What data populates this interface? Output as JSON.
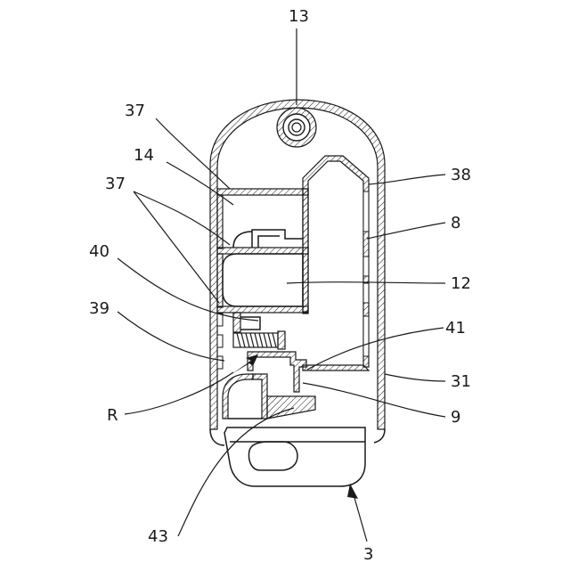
{
  "figure": {
    "labels": {
      "l13": "13",
      "l37a": "37",
      "l14": "14",
      "l37b": "37",
      "l40": "40",
      "l39": "39",
      "lR": "R",
      "l43": "43",
      "l3": "3",
      "l38": "38",
      "l8": "8",
      "l12": "12",
      "l41": "41",
      "l31": "31",
      "l9": "9"
    }
  },
  "colors": {
    "ink": "#1a1a1a",
    "background": "#ffffff"
  }
}
